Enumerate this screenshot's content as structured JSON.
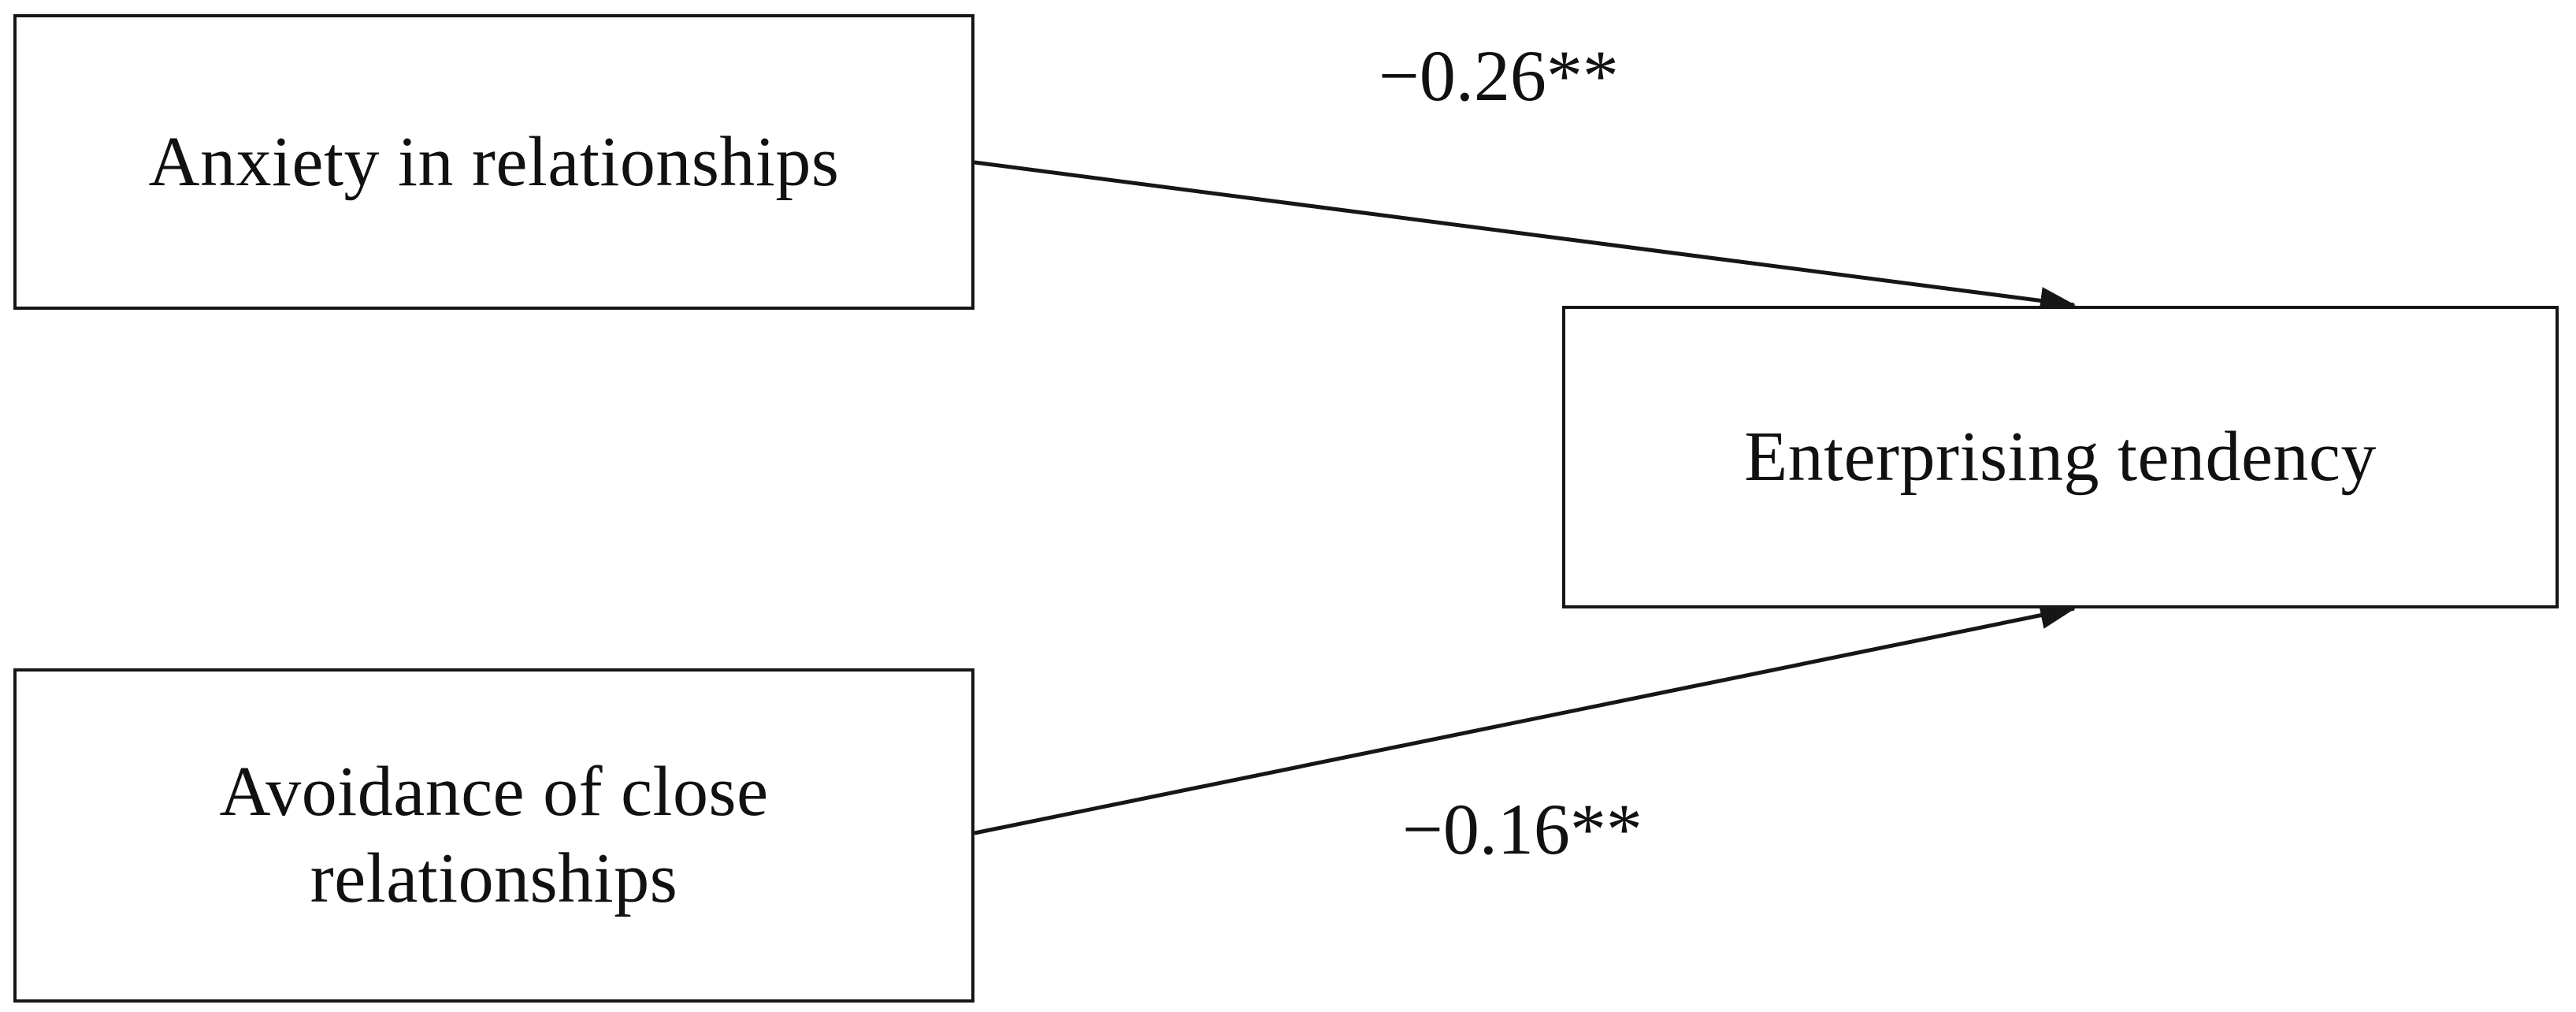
{
  "diagram": {
    "type": "path-diagram",
    "background_color": "#ffffff",
    "line_color": "#161616",
    "text_color": "#111111",
    "nodes": [
      {
        "id": "anxiety",
        "label": "Anxiety in relationships",
        "role": "predictor"
      },
      {
        "id": "avoidance",
        "label": "Avoidance of close\nrelationships",
        "role": "predictor"
      },
      {
        "id": "enterprising",
        "label": "Enterprising tendency",
        "role": "outcome"
      }
    ],
    "edges": [
      {
        "id": "anxiety-to-enterprising",
        "from": "anxiety",
        "to": "enterprising",
        "coefficient": "−0.26**",
        "value": -0.26,
        "significance": "**",
        "arrow": "single-headed"
      },
      {
        "id": "avoidance-to-enterprising",
        "from": "avoidance",
        "to": "enterprising",
        "coefficient": "−0.16**",
        "value": -0.16,
        "significance": "**",
        "arrow": "single-headed"
      }
    ]
  }
}
